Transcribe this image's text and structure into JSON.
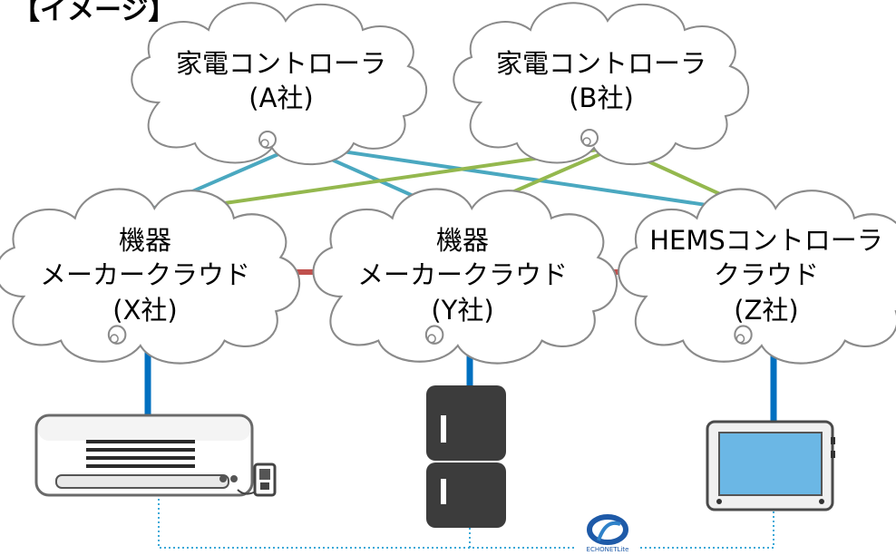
{
  "header": {
    "title": "【イメージ】"
  },
  "clouds": {
    "a": {
      "line1": "家電コントローラ",
      "line2": "(A社)"
    },
    "b": {
      "line1": "家電コントローラ",
      "line2": "(B社)"
    },
    "x": {
      "line1": "機器",
      "line2": "メーカークラウド",
      "line3": "(X社)"
    },
    "y": {
      "line1": "機器",
      "line2": "メーカークラウド",
      "line3": "(Y社)"
    },
    "z": {
      "line1": "HEMSコントローラ",
      "line2": "クラウド",
      "line3": "(Z社)"
    }
  },
  "colors": {
    "controller_a_link": "#4aa8c0",
    "controller_b_link": "#94b84e",
    "cloud_to_cloud_link": "#c0504d",
    "device_link": "#0070c0",
    "echonet_link": "#3aa9d8",
    "cloud_outline": "#808080",
    "appliance_dark": "#3c3c3c"
  },
  "logo": {
    "text": "ECHONETLite"
  }
}
